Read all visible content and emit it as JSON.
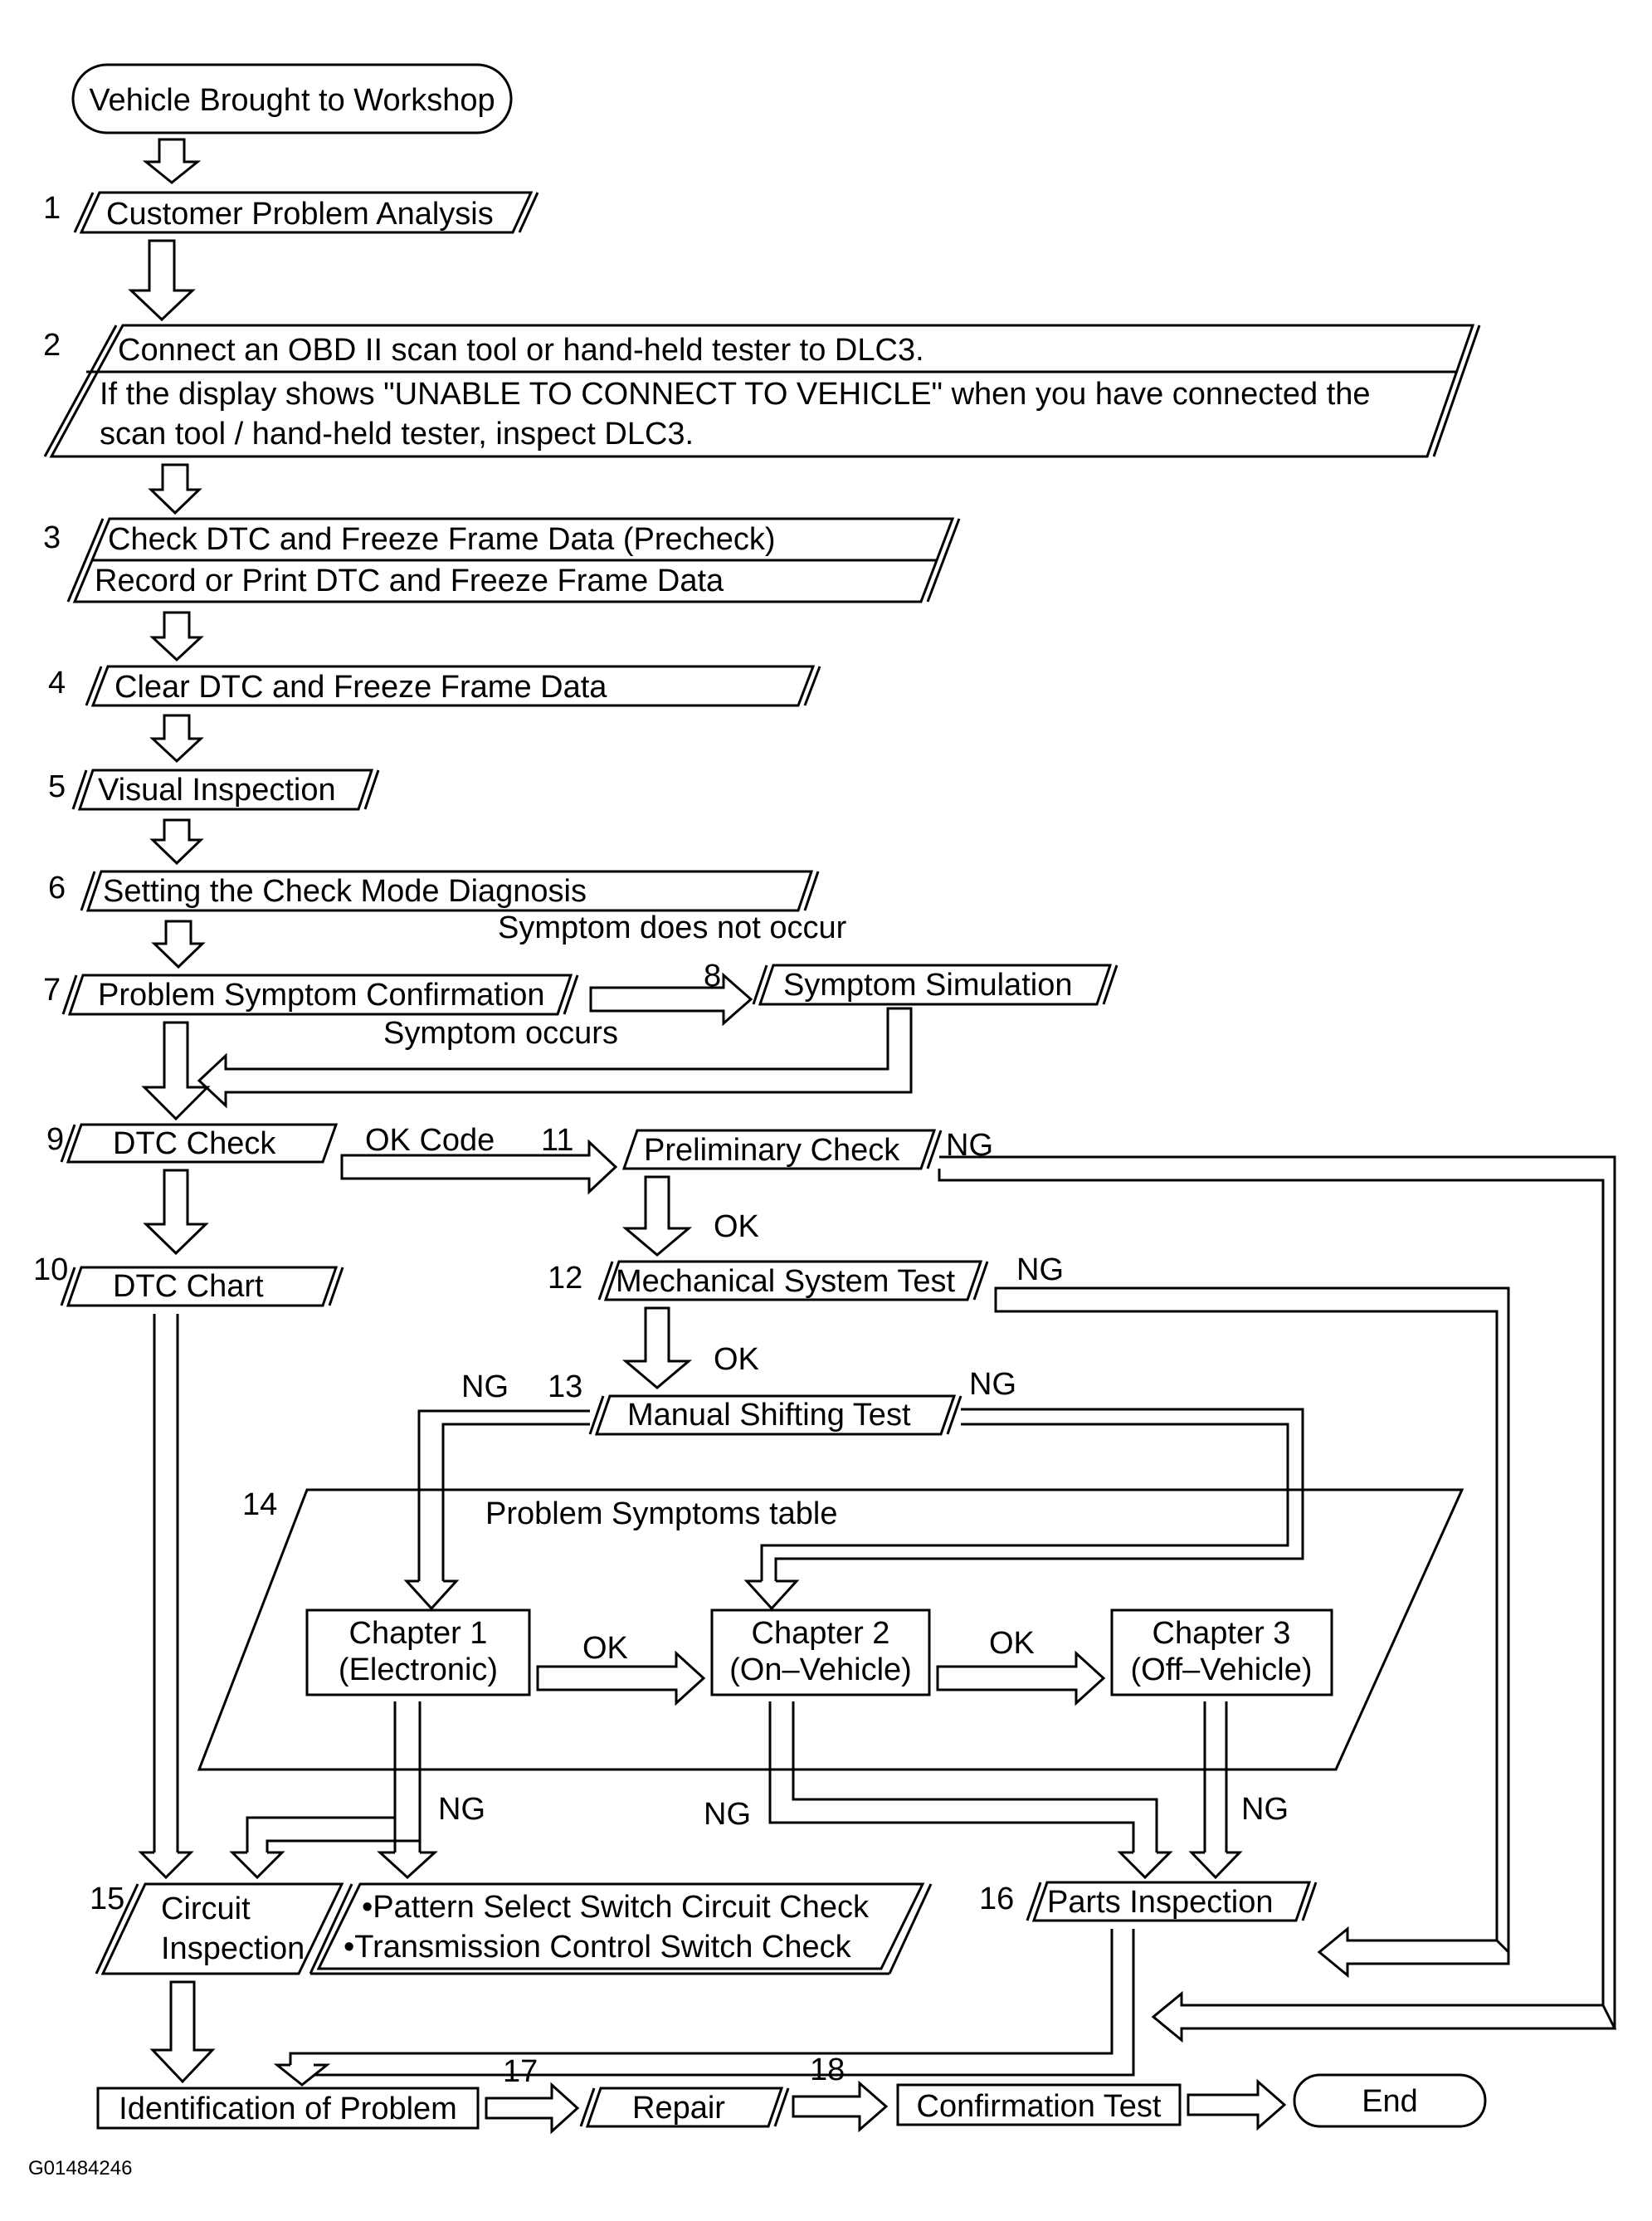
{
  "start": "Vehicle Brought to Workshop",
  "end": "End",
  "figure_id": "G01484246",
  "steps": {
    "s1": {
      "num": "1",
      "label": "Customer Problem Analysis"
    },
    "s2": {
      "num": "2",
      "line1": "Connect an OBD II scan tool or hand-held tester to DLC3.",
      "line2": "If the display shows \"UNABLE TO CONNECT TO VEHICLE\" when you have connected the",
      "line3": "scan tool / hand-held tester, inspect DLC3."
    },
    "s3": {
      "num": "3",
      "line1": "Check DTC and Freeze Frame Data (Precheck)",
      "line2": "Record or Print DTC and Freeze Frame Data"
    },
    "s4": {
      "num": "4",
      "label": "Clear DTC and Freeze Frame Data"
    },
    "s5": {
      "num": "5",
      "label": "Visual Inspection"
    },
    "s6": {
      "num": "6",
      "label": "Setting the Check Mode Diagnosis"
    },
    "s7": {
      "num": "7",
      "label": "Problem Symptom Confirmation"
    },
    "s8": {
      "num": "8",
      "label": "Symptom Simulation"
    },
    "s9": {
      "num": "9",
      "label": "DTC Check"
    },
    "s10": {
      "num": "10",
      "label": "DTC Chart"
    },
    "s11": {
      "num": "11",
      "label": "Preliminary Check"
    },
    "s12": {
      "num": "12",
      "label": "Mechanical System Test"
    },
    "s13": {
      "num": "13",
      "label": "Manual Shifting Test"
    },
    "s14": {
      "num": "14",
      "label": "Problem Symptoms table"
    },
    "s15": {
      "num": "15",
      "line1": "Circuit",
      "line2": "Inspection"
    },
    "s15b": {
      "line1": "•Pattern Select Switch Circuit Check",
      "line2": "•Transmission Control Switch Check"
    },
    "s16": {
      "num": "16",
      "label": "Parts Inspection"
    },
    "s17": {
      "num": "17",
      "label": "Repair"
    },
    "s18": {
      "num": "18",
      "label": "Confirmation Test"
    },
    "identification": "Identification of Problem",
    "ch1": {
      "line1": "Chapter 1",
      "line2": "(Electronic)"
    },
    "ch2": {
      "line1": "Chapter 2",
      "line2": "(On–Vehicle)"
    },
    "ch3": {
      "line1": "Chapter 3",
      "line2": "(Off–Vehicle)"
    }
  },
  "edge_labels": {
    "symptom_not_occur": "Symptom does not occur",
    "symptom_occurs": "Symptom occurs",
    "ok_code": "OK Code",
    "ok": "OK",
    "ng": "NG"
  }
}
